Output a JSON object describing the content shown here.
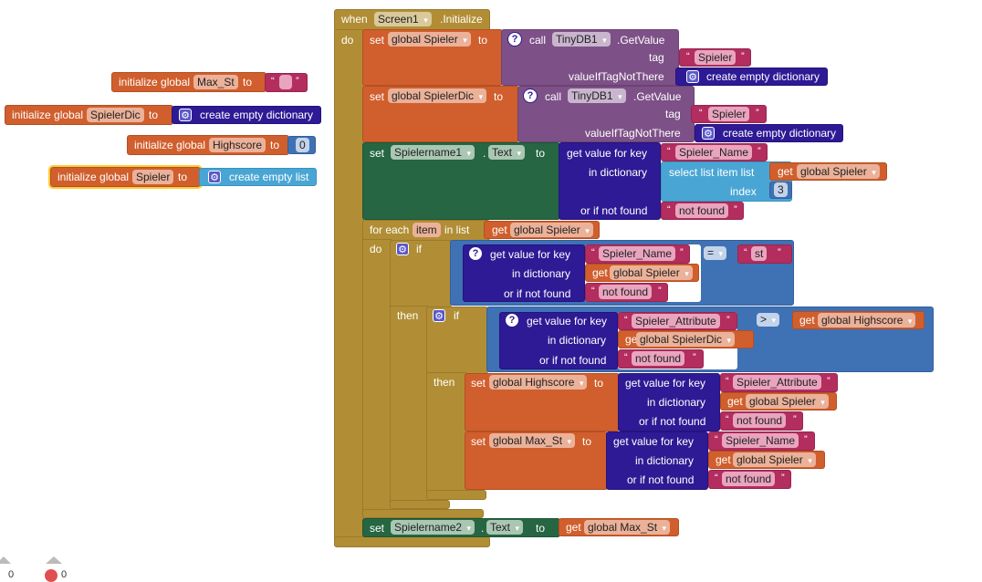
{
  "labels": {
    "initialize_global": "initialize global",
    "to": "to",
    "set": "set",
    "get": "get",
    "call": "call",
    "tag": "tag",
    "value_if_tag_not_there": "valueIfTagNotThere",
    "get_value_for_key": "get value for key",
    "in_dictionary": "in dictionary",
    "or_if_not_found": "or if not found",
    "if": "if",
    "then": "then",
    "do": "do",
    "dot": ".",
    "open_quote": "“",
    "close_quote": "”",
    "help": "?",
    "gear": "⚙"
  },
  "globals": {
    "max_st": {
      "name": "Max_St",
      "value": ""
    },
    "spielerdic": {
      "name": "SpielerDic",
      "value": "create empty dictionary"
    },
    "highscore": {
      "name": "Highscore",
      "value": "0"
    },
    "spieler": {
      "name": "Spieler",
      "value": "create empty list"
    }
  },
  "event": {
    "when": "when",
    "component": "Screen1",
    "event": ".Initialize"
  },
  "s1": {
    "var": "global Spieler",
    "component": "TinyDB1",
    "method": ".GetValue",
    "tag_value": "Spieler",
    "default": "create empty dictionary"
  },
  "s2": {
    "var": "global SpielerDic",
    "component": "TinyDB1",
    "method": ".GetValue",
    "tag_value": "Spieler",
    "default": "create empty dictionary"
  },
  "s3": {
    "component": "Spielername1",
    "property": "Text",
    "key": "Spieler_Name",
    "select": "select list item  list",
    "var": "global Spieler",
    "index_label": "index",
    "index": "3",
    "not_found": "not found"
  },
  "loop": {
    "for_each": "for each",
    "item": "item",
    "in_list": "in list",
    "var": "global Spieler"
  },
  "if1": {
    "key": "Spieler_Name",
    "var": "global Spieler",
    "not_found": "not found",
    "op": "=",
    "value": "st"
  },
  "if2": {
    "key": "Spieler_Attribute",
    "var": "global SpielerDic",
    "not_found": "not found",
    "op": ">",
    "var2": "global Highscore"
  },
  "set_hs": {
    "var": "global Highscore",
    "key": "Spieler_Attribute",
    "dict": "global Spieler",
    "not_found": "not found"
  },
  "set_max": {
    "var": "global Max_St",
    "key": "Spieler_Name",
    "dict": "global Spieler",
    "not_found": "not found"
  },
  "s4": {
    "component": "Spielername2",
    "property": "Text",
    "var": "global Max_St"
  },
  "status": {
    "warnings": "0",
    "errors": "0"
  }
}
